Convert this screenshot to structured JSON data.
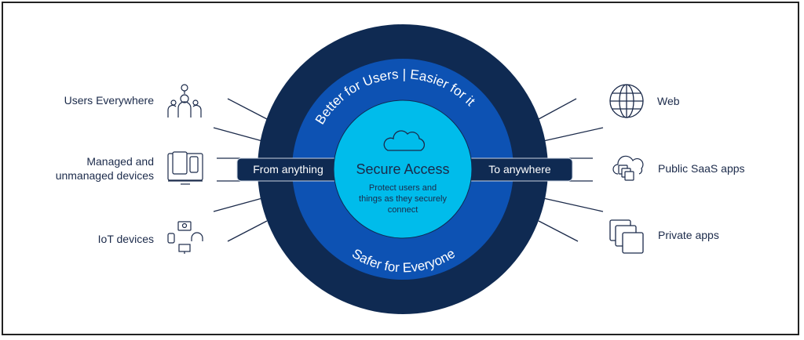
{
  "center": {
    "title": "Secure Access",
    "subtitle_lines": [
      "Protect users and",
      "things as they securely",
      "connect"
    ],
    "icon": "cloud-icon"
  },
  "rings": {
    "top_arc_text": "Better for Users | Easier for it",
    "bottom_arc_text": "Safer for Everyone"
  },
  "band": {
    "left_label": "From anything",
    "right_label": "To anywhere"
  },
  "sources": [
    {
      "label_lines": [
        "Users Everywhere"
      ],
      "icon": "users-icon"
    },
    {
      "label_lines": [
        "Managed and",
        "unmanaged devices"
      ],
      "icon": "devices-icon"
    },
    {
      "label_lines": [
        "IoT devices"
      ],
      "icon": "iot-devices-icon"
    }
  ],
  "destinations": [
    {
      "label_lines": [
        "Web"
      ],
      "icon": "globe-icon"
    },
    {
      "label_lines": [
        "Public SaaS apps"
      ],
      "icon": "cloud-apps-icon"
    },
    {
      "label_lines": [
        "Private apps"
      ],
      "icon": "stacked-apps-icon"
    }
  ],
  "colors": {
    "outer_ring": "#0f2a52",
    "middle_ring": "#0d52b3",
    "inner_circle": "#00bceb",
    "text_dark": "#1b2a4a",
    "line": "#1b2a4a"
  }
}
